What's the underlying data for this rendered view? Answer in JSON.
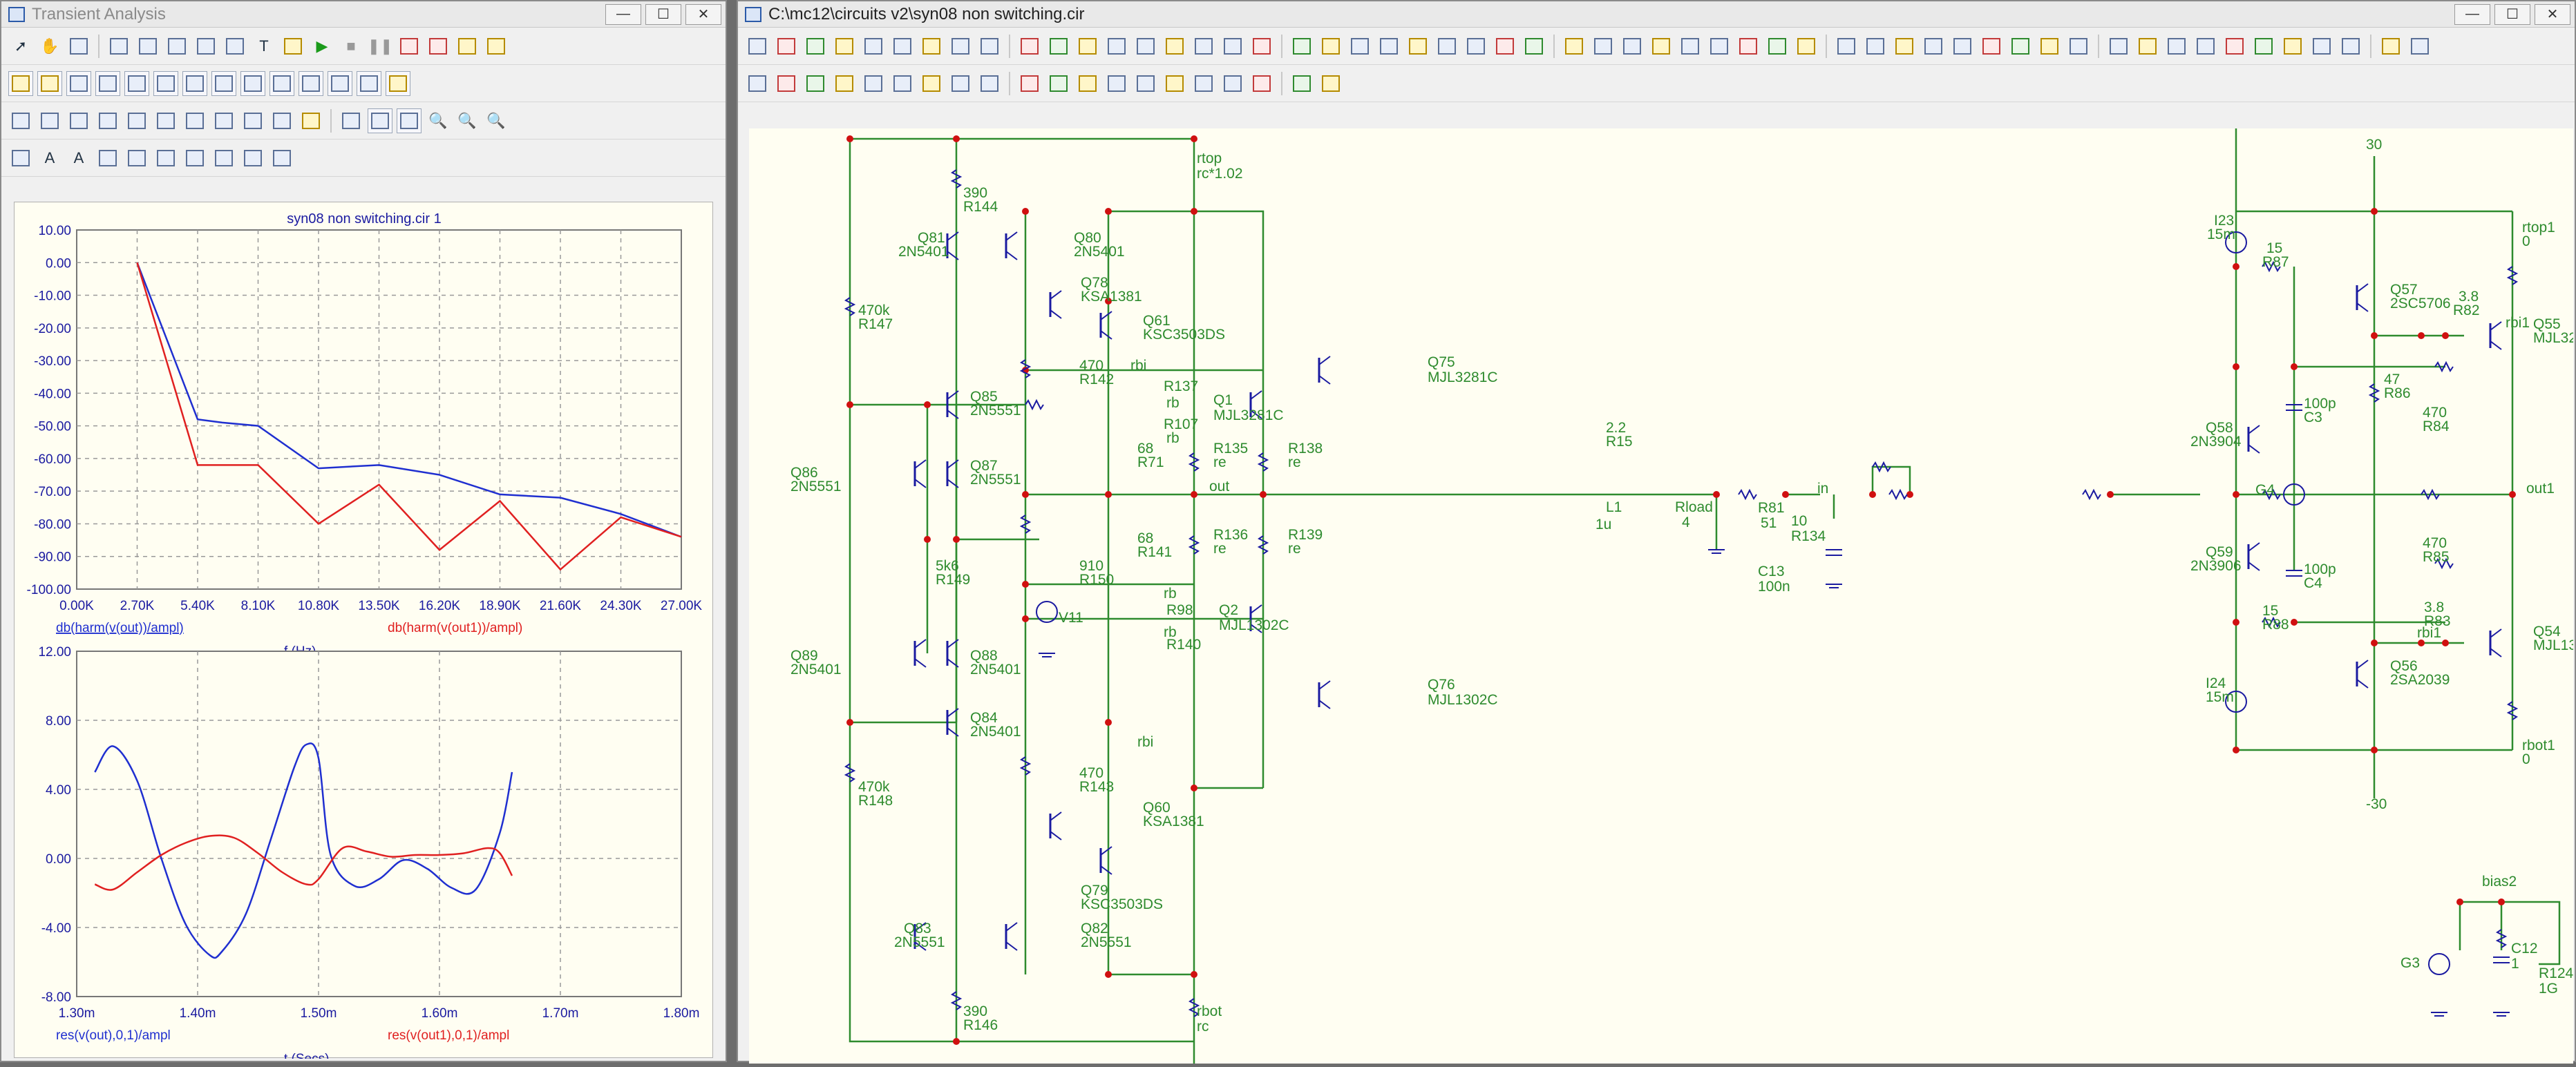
{
  "left_window": {
    "title": "Transient Analysis",
    "plot_title": "syn08 non switching.cir 1"
  },
  "right_window": {
    "title": "C:\\mc12\\circuits v2\\syn08 non switching.cir"
  },
  "window_buttons": {
    "minimize": "—",
    "maximize": "☐",
    "close": "✕"
  },
  "chart_data": [
    {
      "type": "line",
      "title": "syn08 non switching.cir 1",
      "xlabel": "f (Hz)",
      "x_ticks": [
        "0.00K",
        "2.70K",
        "5.40K",
        "8.10K",
        "10.80K",
        "13.50K",
        "16.20K",
        "18.90K",
        "21.60K",
        "24.30K",
        "27.00K"
      ],
      "y_ticks": [
        "10.00",
        "0.00",
        "-10.00",
        "-20.00",
        "-30.00",
        "-40.00",
        "-50.00",
        "-60.00",
        "-70.00",
        "-80.00",
        "-90.00",
        "-100.00"
      ],
      "xlim": [
        0,
        27000
      ],
      "ylim": [
        -100,
        10
      ],
      "series": [
        {
          "name": "db(harm(v(out))/ampl)",
          "color": "#1f2fd0",
          "x": [
            2700,
            5400,
            6500,
            8100,
            10800,
            13500,
            16200,
            18900,
            21600,
            24300,
            27000
          ],
          "y": [
            0,
            -48,
            -49,
            -50,
            -63,
            -62,
            -65,
            -71,
            -72,
            -77,
            -84
          ]
        },
        {
          "name": "db(harm(v(out1))/ampl)",
          "color": "#e02020",
          "x": [
            2700,
            5400,
            6500,
            8100,
            10800,
            13500,
            16200,
            18900,
            21600,
            24300,
            27000
          ],
          "y": [
            0,
            -62,
            -62,
            -62,
            -80,
            -68,
            -88,
            -73,
            -94,
            -78,
            -84
          ]
        }
      ]
    },
    {
      "type": "line",
      "xlabel": "t (Secs)",
      "x_ticks": [
        "1.30m",
        "1.40m",
        "1.50m",
        "1.60m",
        "1.70m",
        "1.80m"
      ],
      "y_ticks": [
        "12.00",
        "8.00",
        "4.00",
        "0.00",
        "-4.00",
        "-8.00"
      ],
      "xlim": [
        1.3,
        1.8
      ],
      "ylim": [
        -8,
        12
      ],
      "series": [
        {
          "name": "res(v(out),0,1)/ampl",
          "color": "#1f2fd0",
          "x": [
            1.315,
            1.33,
            1.35,
            1.37,
            1.39,
            1.41,
            1.42,
            1.44,
            1.46,
            1.48,
            1.49,
            1.5,
            1.51,
            1.53,
            1.55,
            1.57,
            1.59,
            1.61,
            1.63,
            1.65,
            1.66
          ],
          "y": [
            5,
            6.5,
            4.5,
            0,
            -3.8,
            -5.6,
            -5.4,
            -3.2,
            1.0,
            5.3,
            6.6,
            5.8,
            0.2,
            -1.6,
            -1.2,
            -0.1,
            -0.6,
            -1.7,
            -1.8,
            1.5,
            5.0
          ]
        },
        {
          "name": "res(v(out1),0,1)/ampl",
          "color": "#e02020",
          "x": [
            1.315,
            1.33,
            1.35,
            1.37,
            1.39,
            1.41,
            1.43,
            1.45,
            1.47,
            1.49,
            1.5,
            1.52,
            1.54,
            1.56,
            1.58,
            1.6,
            1.62,
            1.64,
            1.65,
            1.66
          ],
          "y": [
            -1.5,
            -1.8,
            -0.8,
            0.2,
            0.9,
            1.3,
            1.2,
            0.3,
            -0.8,
            -1.5,
            -1.2,
            0.6,
            0.4,
            0.1,
            0.2,
            0.2,
            0.3,
            0.6,
            0.3,
            -1.0
          ]
        }
      ]
    }
  ],
  "schematic": {
    "labels": [
      "390",
      "R144",
      "Q81",
      "2N5401",
      "Q80",
      "2N5401",
      "rtop",
      "rc*1.02",
      "Q78",
      "KSA1381",
      "Q61",
      "KSC3503DS",
      "470k",
      "R147",
      "rbi",
      "470",
      "R142",
      "R137",
      "rb",
      "Q1",
      "MJL3281C",
      "Q75",
      "MJL3281C",
      "Q85",
      "2N5551",
      "R107",
      "rb",
      "68",
      "R71",
      "R135",
      "re",
      "R138",
      "re",
      "2.2",
      "R15",
      "Q86",
      "2N5551",
      "Q87",
      "2N5551",
      "out",
      "L1",
      "1u",
      "Rload",
      "4",
      "10",
      "R134",
      "C13",
      "100n",
      "5k6",
      "R149",
      "910",
      "R150",
      "68",
      "R141",
      "R136",
      "re",
      "R139",
      "re",
      "V11",
      "rb",
      "R98",
      "Q2",
      "MJL1302C",
      "Q89",
      "2N5401",
      "Q88",
      "2N5401",
      "rb",
      "R140",
      "Q76",
      "MJL1302C",
      "Q84",
      "2N5401",
      "rbi",
      "470k",
      "R148",
      "470",
      "R143",
      "Q60",
      "KSA1381",
      "Q79",
      "KSC3503DS",
      "Q83",
      "2N5551",
      "Q82",
      "2N5551",
      "390",
      "R146",
      "rbot",
      "rc",
      "30",
      "I23",
      "15m",
      "15",
      "R87",
      "Q57",
      "2SC5706",
      "rtop1",
      "0",
      "3.8",
      "R82",
      "rbi1",
      "Q55",
      "MJL32",
      "47",
      "R86",
      "100p",
      "C3",
      "470",
      "R84",
      "Q58",
      "2N3904",
      "in",
      "R81",
      "51",
      "G4",
      "out1",
      "Q59",
      "2N3906",
      "100p",
      "C4",
      "470",
      "R85",
      "3.8",
      "R83",
      "rbi1",
      "Q54",
      "MJL13",
      "15",
      "R88",
      "I24",
      "15m",
      "Q56",
      "2SA2039",
      "rbot1",
      "0",
      "-30",
      "bias2",
      "G3",
      "C12",
      "1",
      "R124",
      "1G"
    ]
  }
}
